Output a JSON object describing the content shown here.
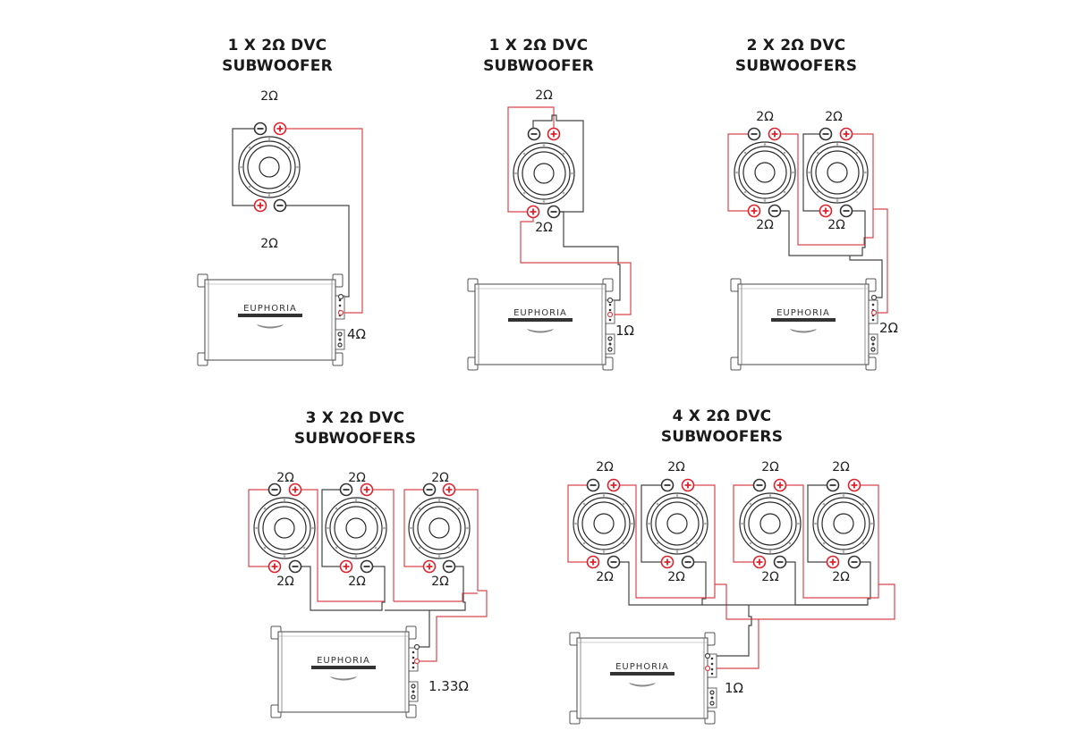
{
  "colors": {
    "positive": "#e0202a",
    "negative": "#333333",
    "wire_pos": "#d9464d",
    "wire_neg": "#444444",
    "speaker": "#2a2a2a"
  },
  "amp_brand": "EUPHORIA",
  "diagrams": [
    {
      "id": "d1",
      "title_line1": "1 X 2Ω DVC",
      "title_line2": "SUBWOOFER",
      "coil_top": "2Ω",
      "coil_bottom": "2Ω",
      "final_impedance": "4Ω",
      "wiring": "series"
    },
    {
      "id": "d2",
      "title_line1": "1 X 2Ω DVC",
      "title_line2": "SUBWOOFER",
      "coil_top": "2Ω",
      "coil_bottom": "2Ω",
      "final_impedance": "1Ω",
      "wiring": "parallel"
    },
    {
      "id": "d3",
      "title_line1": "2 X 2Ω DVC",
      "title_line2": "SUBWOOFERS",
      "coils": [
        "2Ω",
        "2Ω",
        "2Ω",
        "2Ω"
      ],
      "final_impedance": "2Ω",
      "wiring": "series-parallel"
    },
    {
      "id": "d4",
      "title_line1": "3 X 2Ω DVC",
      "title_line2": "SUBWOOFERS",
      "coils": [
        "2Ω",
        "2Ω",
        "2Ω",
        "2Ω",
        "2Ω",
        "2Ω"
      ],
      "final_impedance": "1.33Ω",
      "wiring": "series-parallel"
    },
    {
      "id": "d5",
      "title_line1": "4 X 2Ω DVC",
      "title_line2": "SUBWOOFERS",
      "coils": [
        "2Ω",
        "2Ω",
        "2Ω",
        "2Ω",
        "2Ω",
        "2Ω",
        "2Ω",
        "2Ω"
      ],
      "final_impedance": "1Ω",
      "wiring": "series-parallel"
    }
  ]
}
